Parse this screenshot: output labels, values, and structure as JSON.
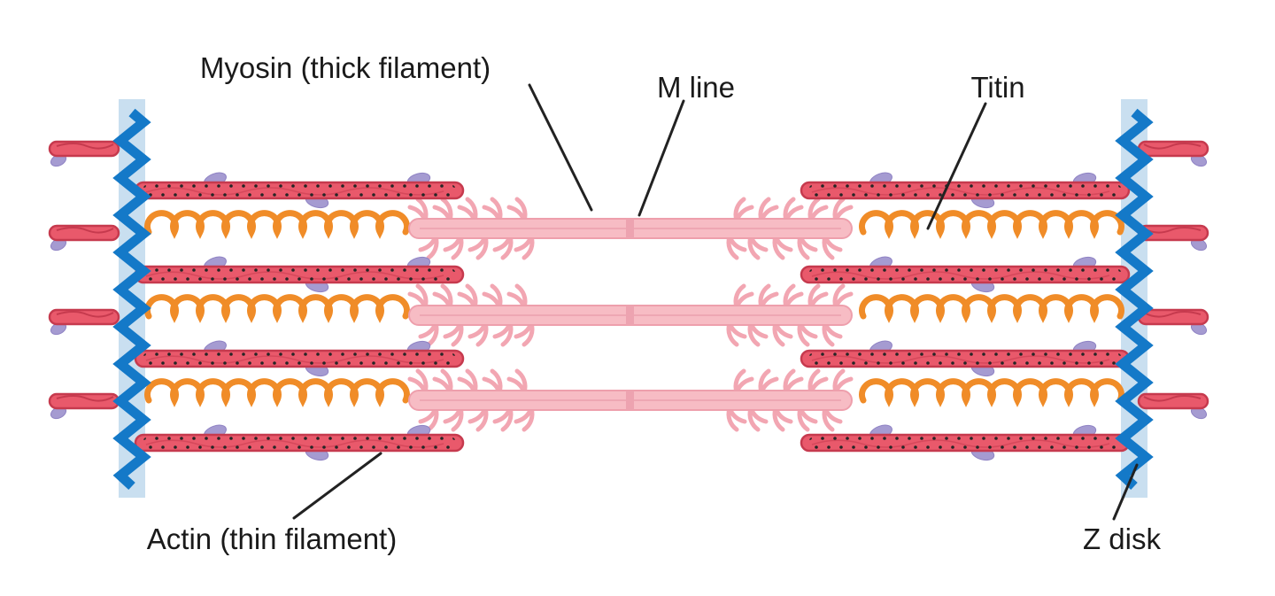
{
  "labels": {
    "myosin": "Myosin (thick filament)",
    "m_line": "M line",
    "titin": "Titin",
    "actin": "Actin (thin filament)",
    "z_disk": "Z disk"
  },
  "colors": {
    "z_disk_blue": "#1479c8",
    "band_blue": "#bcd7ec",
    "actin_red": "#e9596b",
    "actin_outline": "#c63a4e",
    "titin_orange": "#f08c28",
    "myosin_pink": "#f7bcc4",
    "myosin_outline": "#ee9fac",
    "protein_purple": "#a59bd1",
    "label_text": "#1a1a1a",
    "background": "#ffffff"
  }
}
